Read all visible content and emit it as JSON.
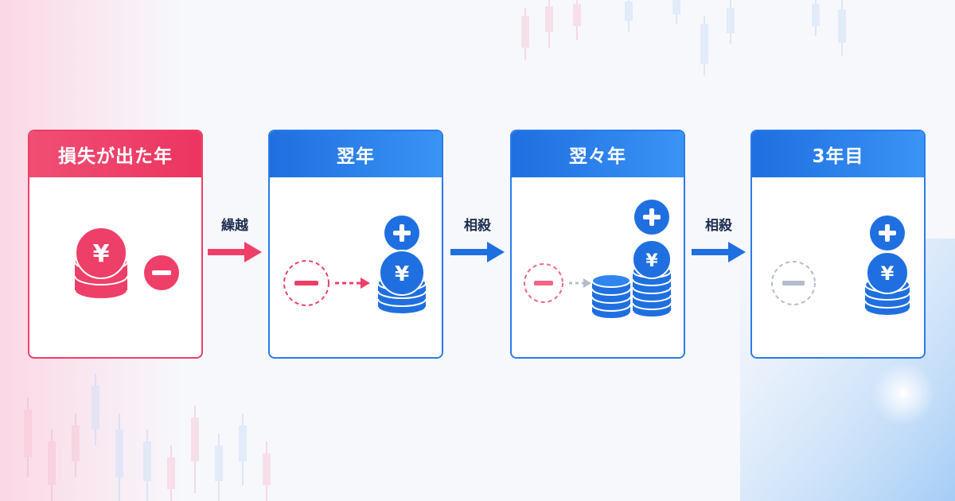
{
  "panels": [
    {
      "title": "損失が出た年"
    },
    {
      "title": "翌年"
    },
    {
      "title": "翌々年"
    },
    {
      "title": "3年目"
    }
  ],
  "connectors": [
    {
      "label": "繰越"
    },
    {
      "label": "相殺"
    },
    {
      "label": "相殺"
    }
  ],
  "glyphs": {
    "yen": "¥"
  },
  "icons": [
    "yen-coin-stack-icon",
    "minus-circle-icon",
    "plus-circle-icon",
    "arrow-right-icon",
    "dashed-arrow-icon"
  ],
  "colors": {
    "loss_red": "#ee3f68",
    "profit_blue": "#2b7be8",
    "navy_text": "#1d2d50",
    "faded_gray": "#b4bccb"
  }
}
